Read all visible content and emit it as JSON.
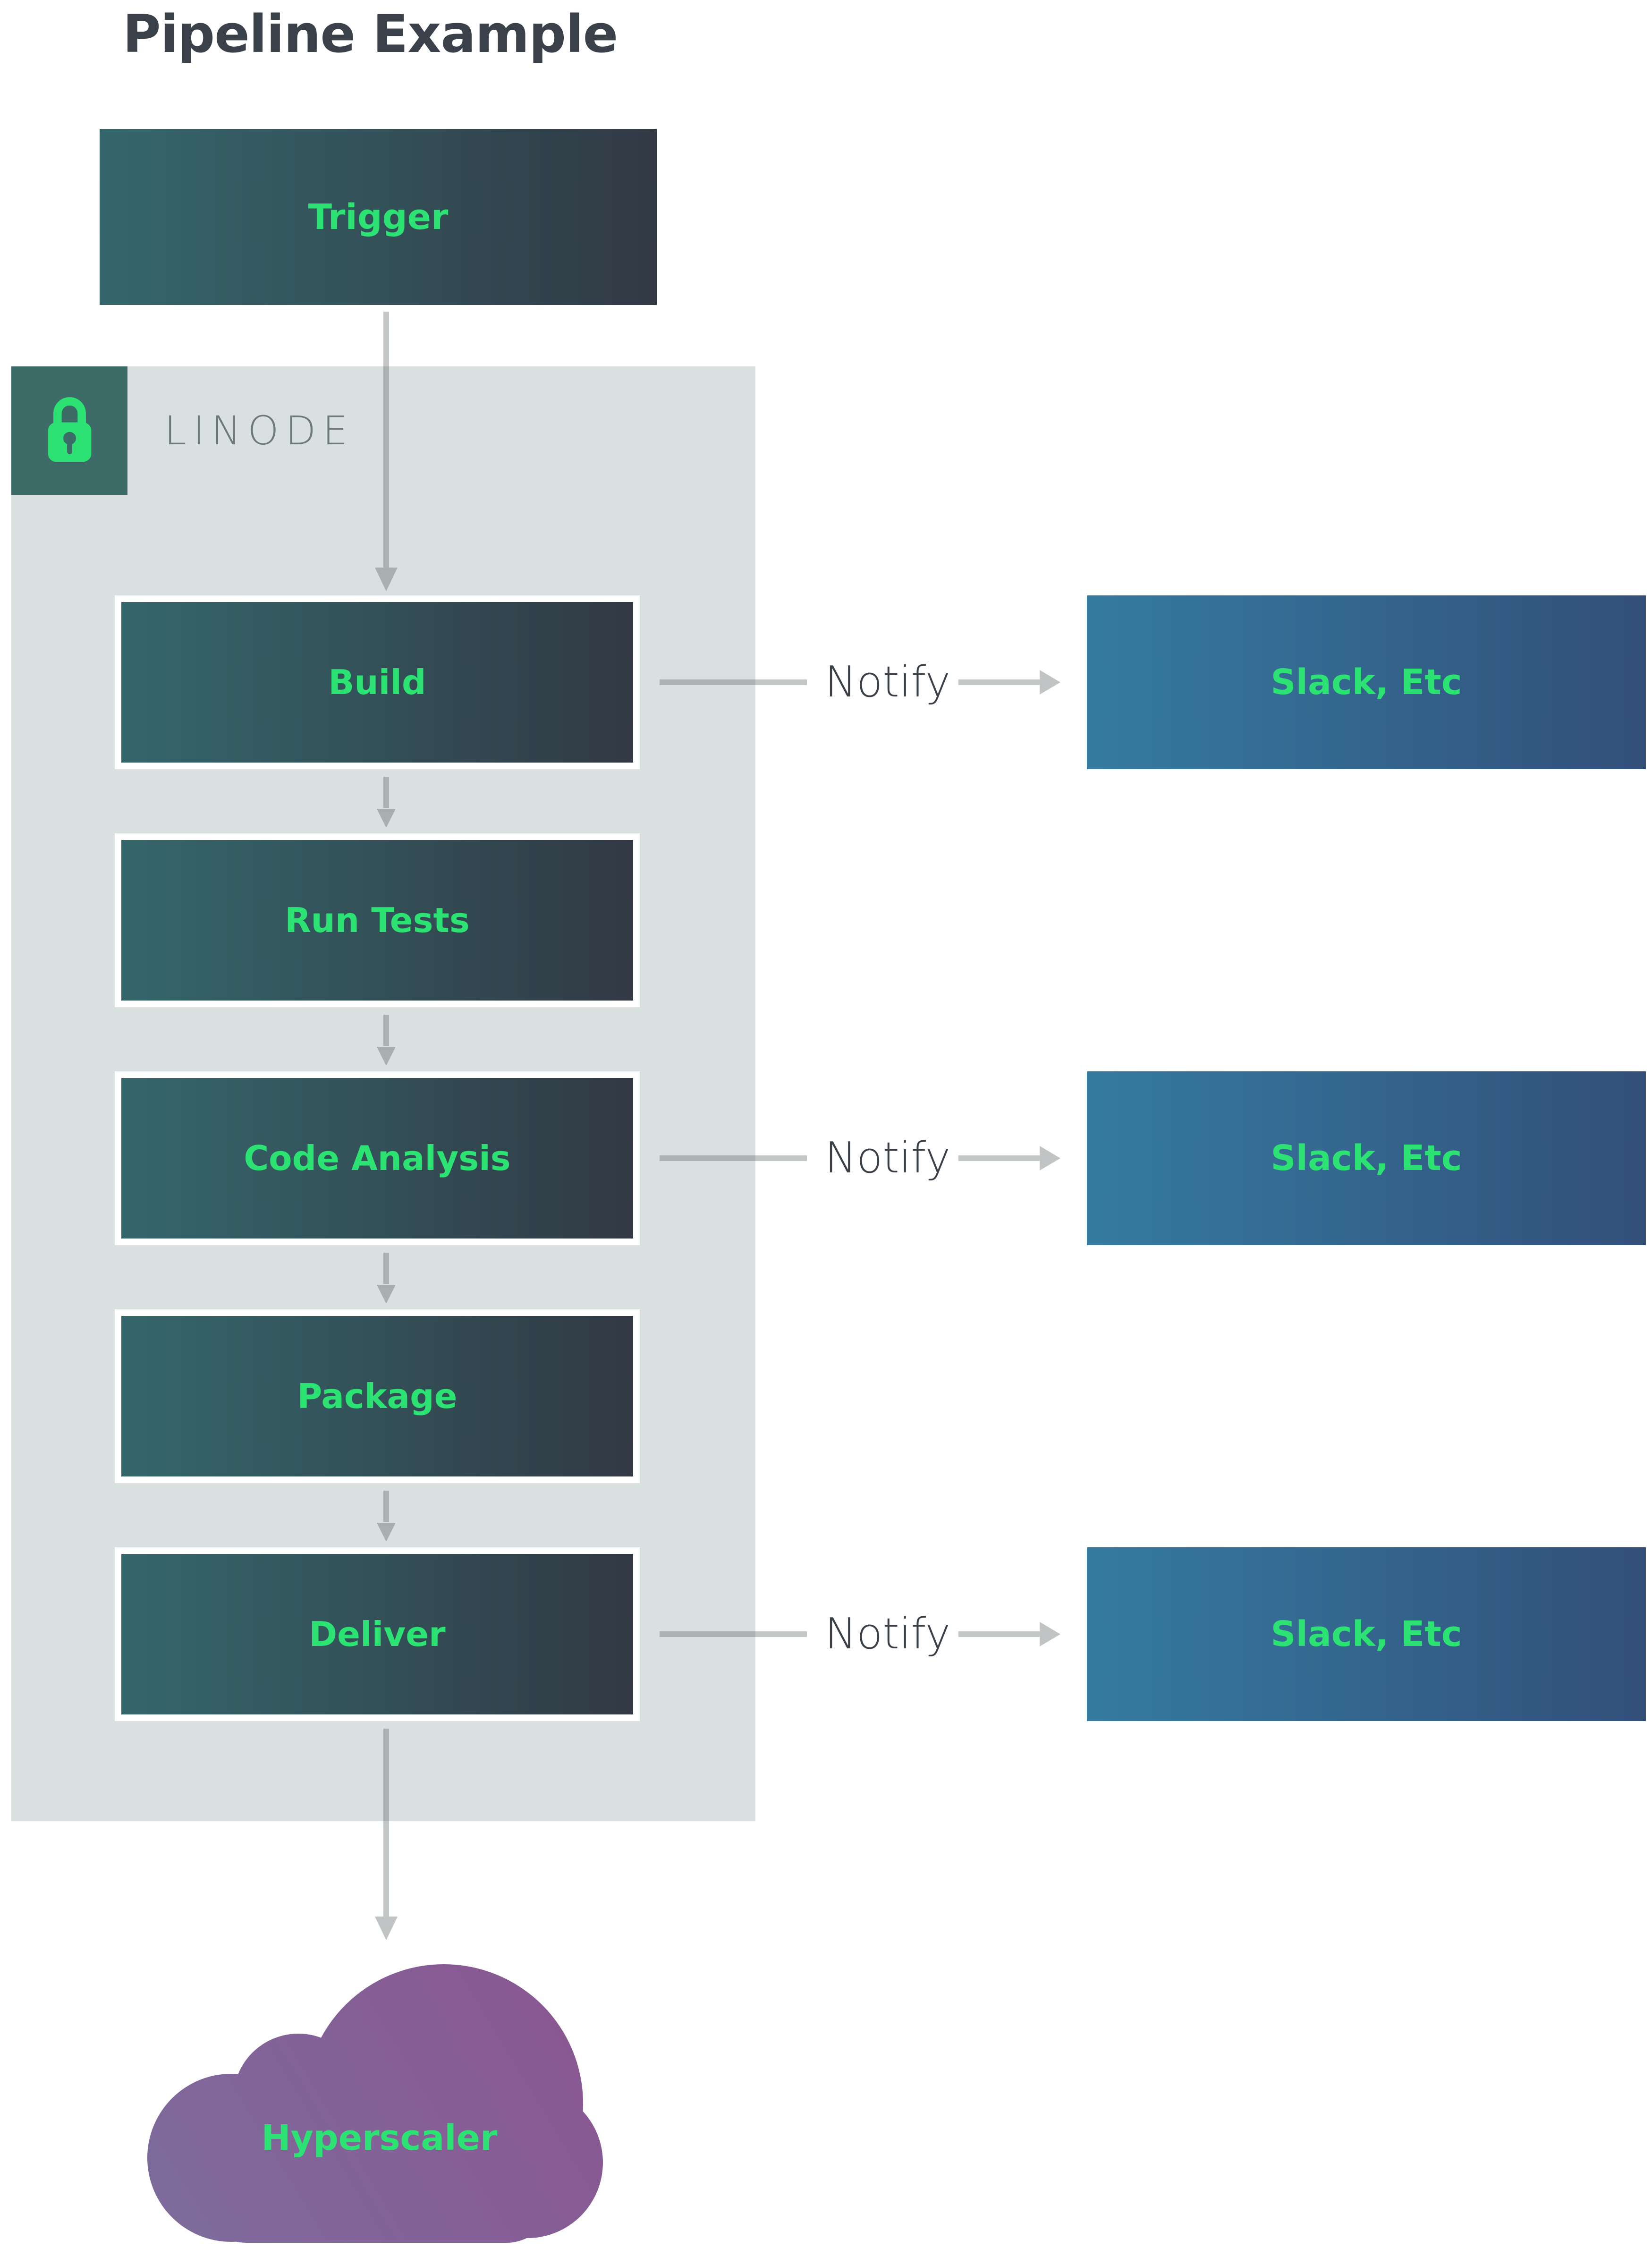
{
  "title": "Pipeline Example",
  "trigger": {
    "label": "Trigger"
  },
  "provider": {
    "name": "LINODE",
    "icon": "lock-icon"
  },
  "pipeline": {
    "stages": [
      {
        "label": "Build",
        "notify": true
      },
      {
        "label": "Run Tests",
        "notify": false
      },
      {
        "label": "Code Analysis",
        "notify": true
      },
      {
        "label": "Package",
        "notify": false
      },
      {
        "label": "Deliver",
        "notify": true
      }
    ]
  },
  "notify": {
    "label": "Notify",
    "target_label": "Slack, Etc"
  },
  "destination": {
    "label": "Hyperscaler",
    "shape": "cloud-shape"
  },
  "icons": [
    "lock-icon",
    "arrowhead-down-icon",
    "arrowhead-right-icon",
    "cloud-shape"
  ],
  "colors": {
    "accent_green": "#2be273",
    "stage_gradient": [
      "#34676b",
      "#323944"
    ],
    "notify_box_gradient": [
      "#357ba0",
      "#324f7a"
    ],
    "cloud_gradient": [
      "#7d6c9c",
      "#8b5591"
    ],
    "container_bg": "#d9e0e0",
    "badge_bg": "#3c6b68",
    "title_color": "#3a414b",
    "notify_text_color": "#3a4047",
    "provider_text_color": "#6e797c",
    "arrow_color": "#aeb4b4"
  }
}
